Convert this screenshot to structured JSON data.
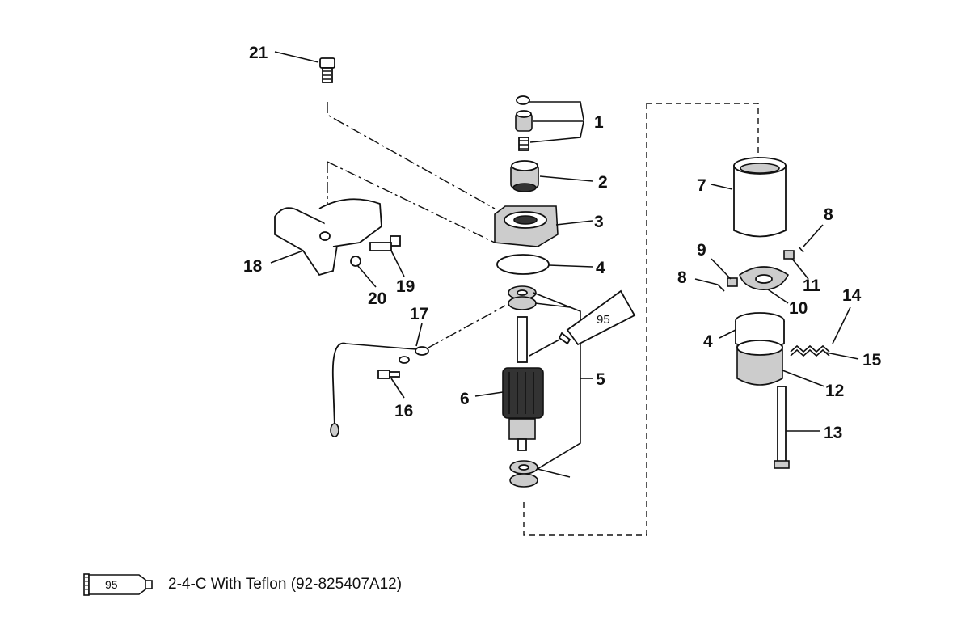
{
  "callouts": [
    {
      "id": "21",
      "label": "21"
    },
    {
      "id": "1",
      "label": "1"
    },
    {
      "id": "2",
      "label": "2"
    },
    {
      "id": "3",
      "label": "3"
    },
    {
      "id": "4a",
      "label": "4"
    },
    {
      "id": "5",
      "label": "5"
    },
    {
      "id": "6",
      "label": "6"
    },
    {
      "id": "7",
      "label": "7"
    },
    {
      "id": "8a",
      "label": "8"
    },
    {
      "id": "8b",
      "label": "8"
    },
    {
      "id": "9",
      "label": "9"
    },
    {
      "id": "10",
      "label": "10"
    },
    {
      "id": "11",
      "label": "11"
    },
    {
      "id": "4b",
      "label": "4"
    },
    {
      "id": "12",
      "label": "12"
    },
    {
      "id": "13",
      "label": "13"
    },
    {
      "id": "14",
      "label": "14"
    },
    {
      "id": "15",
      "label": "15"
    },
    {
      "id": "16",
      "label": "16"
    },
    {
      "id": "17",
      "label": "17"
    },
    {
      "id": "18",
      "label": "18"
    },
    {
      "id": "19",
      "label": "19"
    },
    {
      "id": "20",
      "label": "20"
    }
  ],
  "tube_label": "95",
  "legend": {
    "tube_label": "95",
    "text": "2-4-C  With Teflon (92-825407A12)"
  }
}
